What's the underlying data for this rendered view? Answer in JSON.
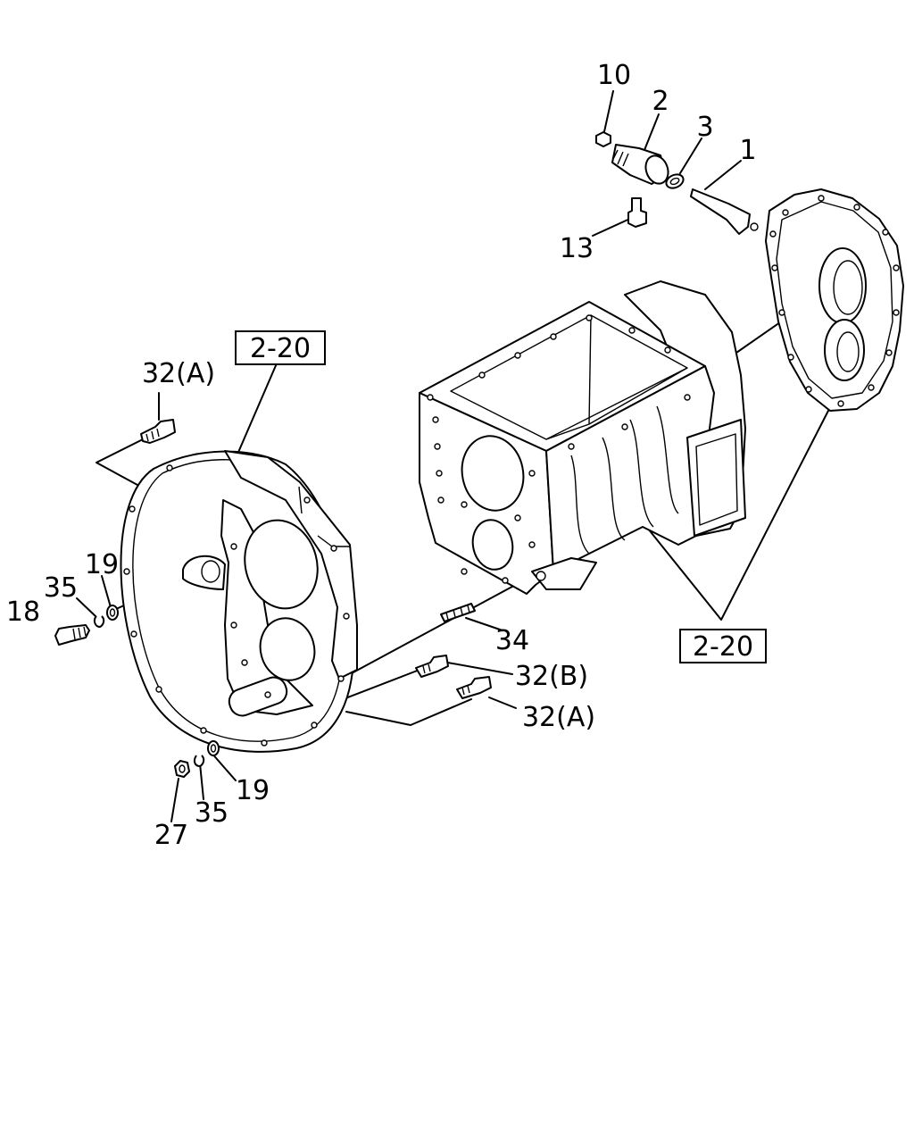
{
  "callouts": {
    "part_1": "1",
    "part_2": "2",
    "part_3": "3",
    "part_10": "10",
    "part_13": "13",
    "part_18": "18",
    "part_19_upper": "19",
    "part_19_lower": "19",
    "part_27": "27",
    "part_32a_upper": "32(A)",
    "part_32a_lower": "32(A)",
    "part_32b": "32(B)",
    "part_34": "34",
    "part_35_upper": "35",
    "part_35_lower": "35"
  },
  "references": {
    "ref_left": "2-20",
    "ref_right": "2-20"
  }
}
